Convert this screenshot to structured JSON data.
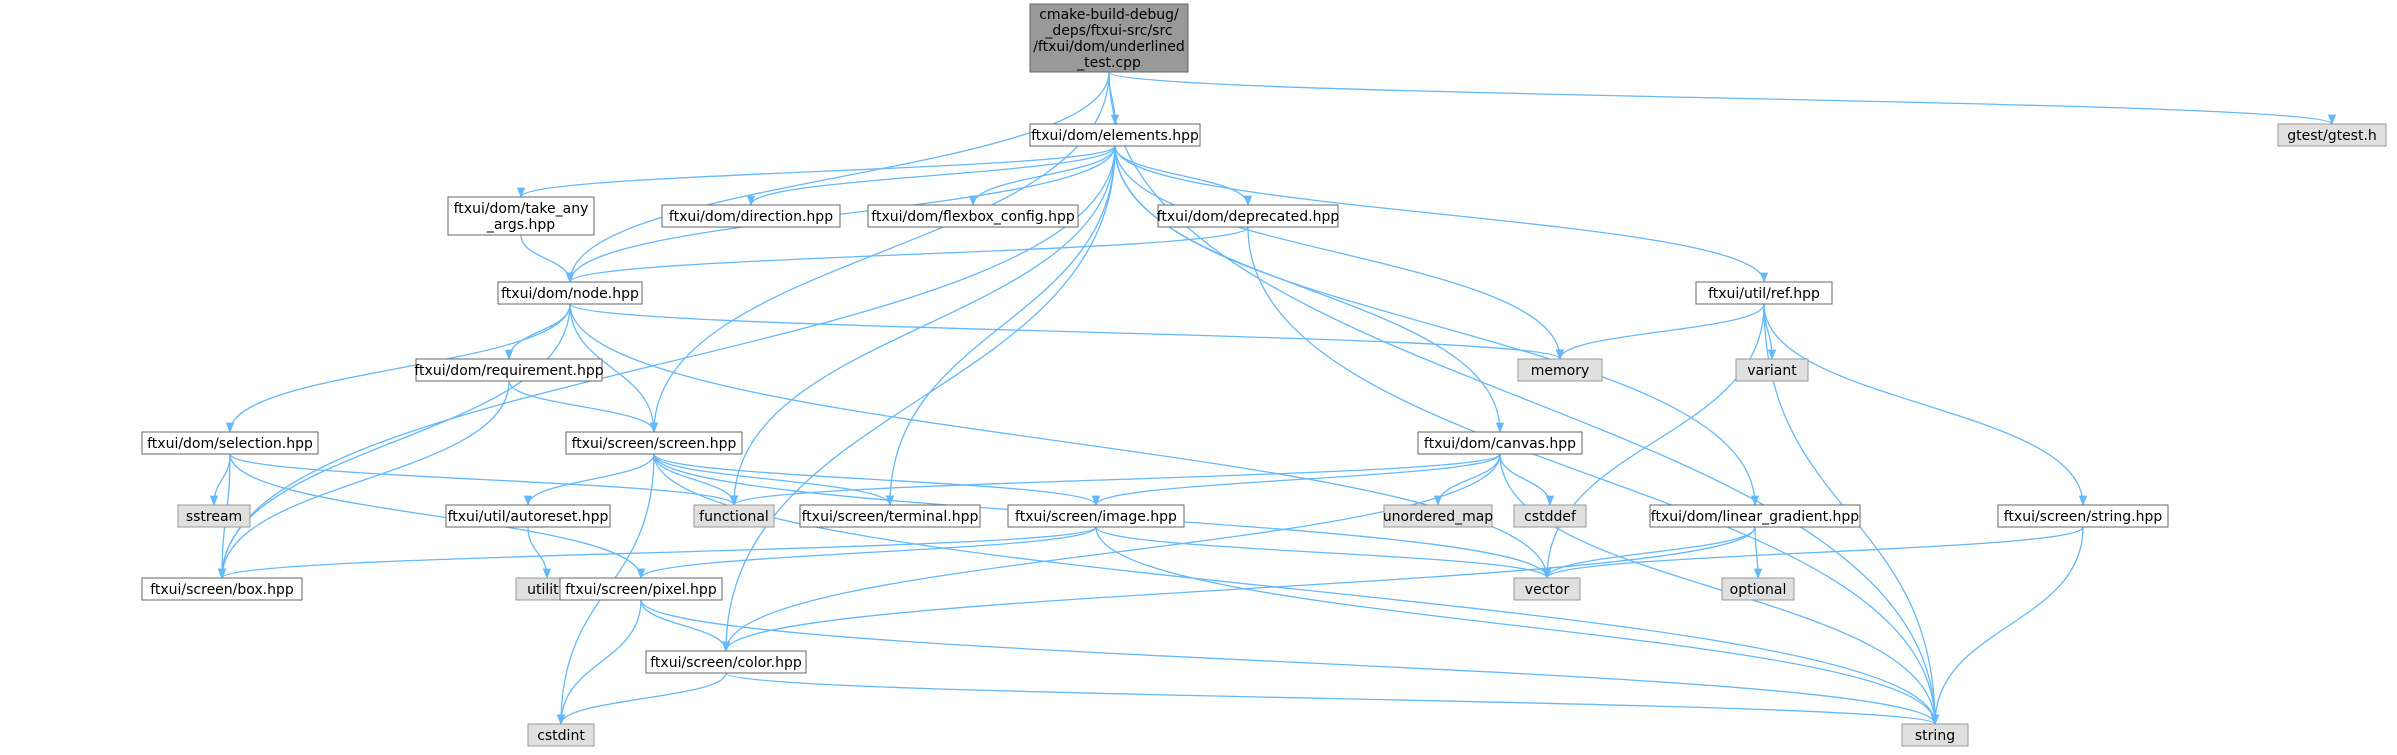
{
  "colors": {
    "edge": "#63b8ff",
    "root_fill": "#999999",
    "root_stroke": "#666666",
    "header_fill": "#ffffff",
    "header_stroke": "#666666",
    "system_fill": "#e0e0e0",
    "system_stroke": "#999999",
    "text": "#000000"
  },
  "nodes": {
    "underlined_test": {
      "lines": [
        "cmake-build-debug/",
        "_deps/ftxui-src/src",
        "/ftxui/dom/underlined",
        "_test.cpp"
      ],
      "kind": "root"
    },
    "elements": {
      "lines": [
        "ftxui/dom/elements.hpp"
      ],
      "kind": "header"
    },
    "gtest": {
      "lines": [
        "gtest/gtest.h"
      ],
      "kind": "system"
    },
    "take_any_args": {
      "lines": [
        "ftxui/dom/take_any",
        "_args.hpp"
      ],
      "kind": "header"
    },
    "direction": {
      "lines": [
        "ftxui/dom/direction.hpp"
      ],
      "kind": "header"
    },
    "flexbox_config": {
      "lines": [
        "ftxui/dom/flexbox_config.hpp"
      ],
      "kind": "header"
    },
    "deprecated": {
      "lines": [
        "ftxui/dom/deprecated.hpp"
      ],
      "kind": "header"
    },
    "node": {
      "lines": [
        "ftxui/dom/node.hpp"
      ],
      "kind": "header"
    },
    "ref": {
      "lines": [
        "ftxui/util/ref.hpp"
      ],
      "kind": "header"
    },
    "memory": {
      "lines": [
        "memory"
      ],
      "kind": "system"
    },
    "variant": {
      "lines": [
        "variant"
      ],
      "kind": "system"
    },
    "requirement": {
      "lines": [
        "ftxui/dom/requirement.hpp"
      ],
      "kind": "header"
    },
    "selection": {
      "lines": [
        "ftxui/dom/selection.hpp"
      ],
      "kind": "header"
    },
    "screen": {
      "lines": [
        "ftxui/screen/screen.hpp"
      ],
      "kind": "header"
    },
    "canvas": {
      "lines": [
        "ftxui/dom/canvas.hpp"
      ],
      "kind": "header"
    },
    "sstream": {
      "lines": [
        "sstream"
      ],
      "kind": "system"
    },
    "autoreset": {
      "lines": [
        "ftxui/util/autoreset.hpp"
      ],
      "kind": "header"
    },
    "functional": {
      "lines": [
        "functional"
      ],
      "kind": "system"
    },
    "terminal": {
      "lines": [
        "ftxui/screen/terminal.hpp"
      ],
      "kind": "header"
    },
    "image": {
      "lines": [
        "ftxui/screen/image.hpp"
      ],
      "kind": "header"
    },
    "unordered_map": {
      "lines": [
        "unordered_map"
      ],
      "kind": "system"
    },
    "cstddef": {
      "lines": [
        "cstddef"
      ],
      "kind": "system"
    },
    "linear_gradient": {
      "lines": [
        "ftxui/dom/linear_gradient.hpp"
      ],
      "kind": "header"
    },
    "string_hpp": {
      "lines": [
        "ftxui/screen/string.hpp"
      ],
      "kind": "header"
    },
    "box": {
      "lines": [
        "ftxui/screen/box.hpp"
      ],
      "kind": "header"
    },
    "utility": {
      "lines": [
        "utility"
      ],
      "kind": "system"
    },
    "pixel": {
      "lines": [
        "ftxui/screen/pixel.hpp"
      ],
      "kind": "header"
    },
    "vector": {
      "lines": [
        "vector"
      ],
      "kind": "system"
    },
    "optional": {
      "lines": [
        "optional"
      ],
      "kind": "system"
    },
    "color": {
      "lines": [
        "ftxui/screen/color.hpp"
      ],
      "kind": "header"
    },
    "cstdint": {
      "lines": [
        "cstdint"
      ],
      "kind": "system"
    },
    "string": {
      "lines": [
        "string"
      ],
      "kind": "system"
    }
  },
  "edges": [
    [
      "underlined_test",
      "elements"
    ],
    [
      "underlined_test",
      "gtest"
    ],
    [
      "underlined_test",
      "string"
    ],
    [
      "underlined_test",
      "node"
    ],
    [
      "underlined_test",
      "screen"
    ],
    [
      "elements",
      "box"
    ],
    [
      "elements",
      "color"
    ],
    [
      "elements",
      "take_any_args"
    ],
    [
      "elements",
      "direction"
    ],
    [
      "elements",
      "flexbox_config"
    ],
    [
      "elements",
      "deprecated"
    ],
    [
      "elements",
      "node"
    ],
    [
      "elements",
      "functional"
    ],
    [
      "elements",
      "terminal"
    ],
    [
      "elements",
      "canvas"
    ],
    [
      "elements",
      "memory"
    ],
    [
      "elements",
      "linear_gradient"
    ],
    [
      "elements",
      "ref"
    ],
    [
      "take_any_args",
      "node"
    ],
    [
      "deprecated",
      "node"
    ],
    [
      "deprecated",
      "string"
    ],
    [
      "node",
      "selection"
    ],
    [
      "node",
      "requirement"
    ],
    [
      "node",
      "screen"
    ],
    [
      "node",
      "memory"
    ],
    [
      "node",
      "vector"
    ],
    [
      "node",
      "box"
    ],
    [
      "requirement",
      "screen"
    ],
    [
      "requirement",
      "box"
    ],
    [
      "selection",
      "sstream"
    ],
    [
      "selection",
      "box"
    ],
    [
      "selection",
      "functional"
    ],
    [
      "selection",
      "pixel"
    ],
    [
      "screen",
      "cstdint"
    ],
    [
      "screen",
      "autoreset"
    ],
    [
      "screen",
      "functional"
    ],
    [
      "screen",
      "terminal"
    ],
    [
      "screen",
      "image"
    ],
    [
      "screen",
      "vector"
    ],
    [
      "screen",
      "string"
    ],
    [
      "autoreset",
      "utility"
    ],
    [
      "image",
      "box"
    ],
    [
      "image",
      "pixel"
    ],
    [
      "image",
      "vector"
    ],
    [
      "image",
      "string"
    ],
    [
      "pixel",
      "color"
    ],
    [
      "pixel",
      "cstdint"
    ],
    [
      "pixel",
      "string"
    ],
    [
      "color",
      "cstdint"
    ],
    [
      "color",
      "string"
    ],
    [
      "canvas",
      "functional"
    ],
    [
      "canvas",
      "image"
    ],
    [
      "canvas",
      "unordered_map"
    ],
    [
      "canvas",
      "cstddef"
    ],
    [
      "canvas",
      "color"
    ],
    [
      "canvas",
      "string"
    ],
    [
      "linear_gradient",
      "vector"
    ],
    [
      "linear_gradient",
      "optional"
    ],
    [
      "linear_gradient",
      "color"
    ],
    [
      "ref",
      "memory"
    ],
    [
      "ref",
      "variant"
    ],
    [
      "ref",
      "vector"
    ],
    [
      "ref",
      "string_hpp"
    ],
    [
      "ref",
      "string"
    ],
    [
      "string_hpp",
      "vector"
    ],
    [
      "string_hpp",
      "string"
    ]
  ]
}
